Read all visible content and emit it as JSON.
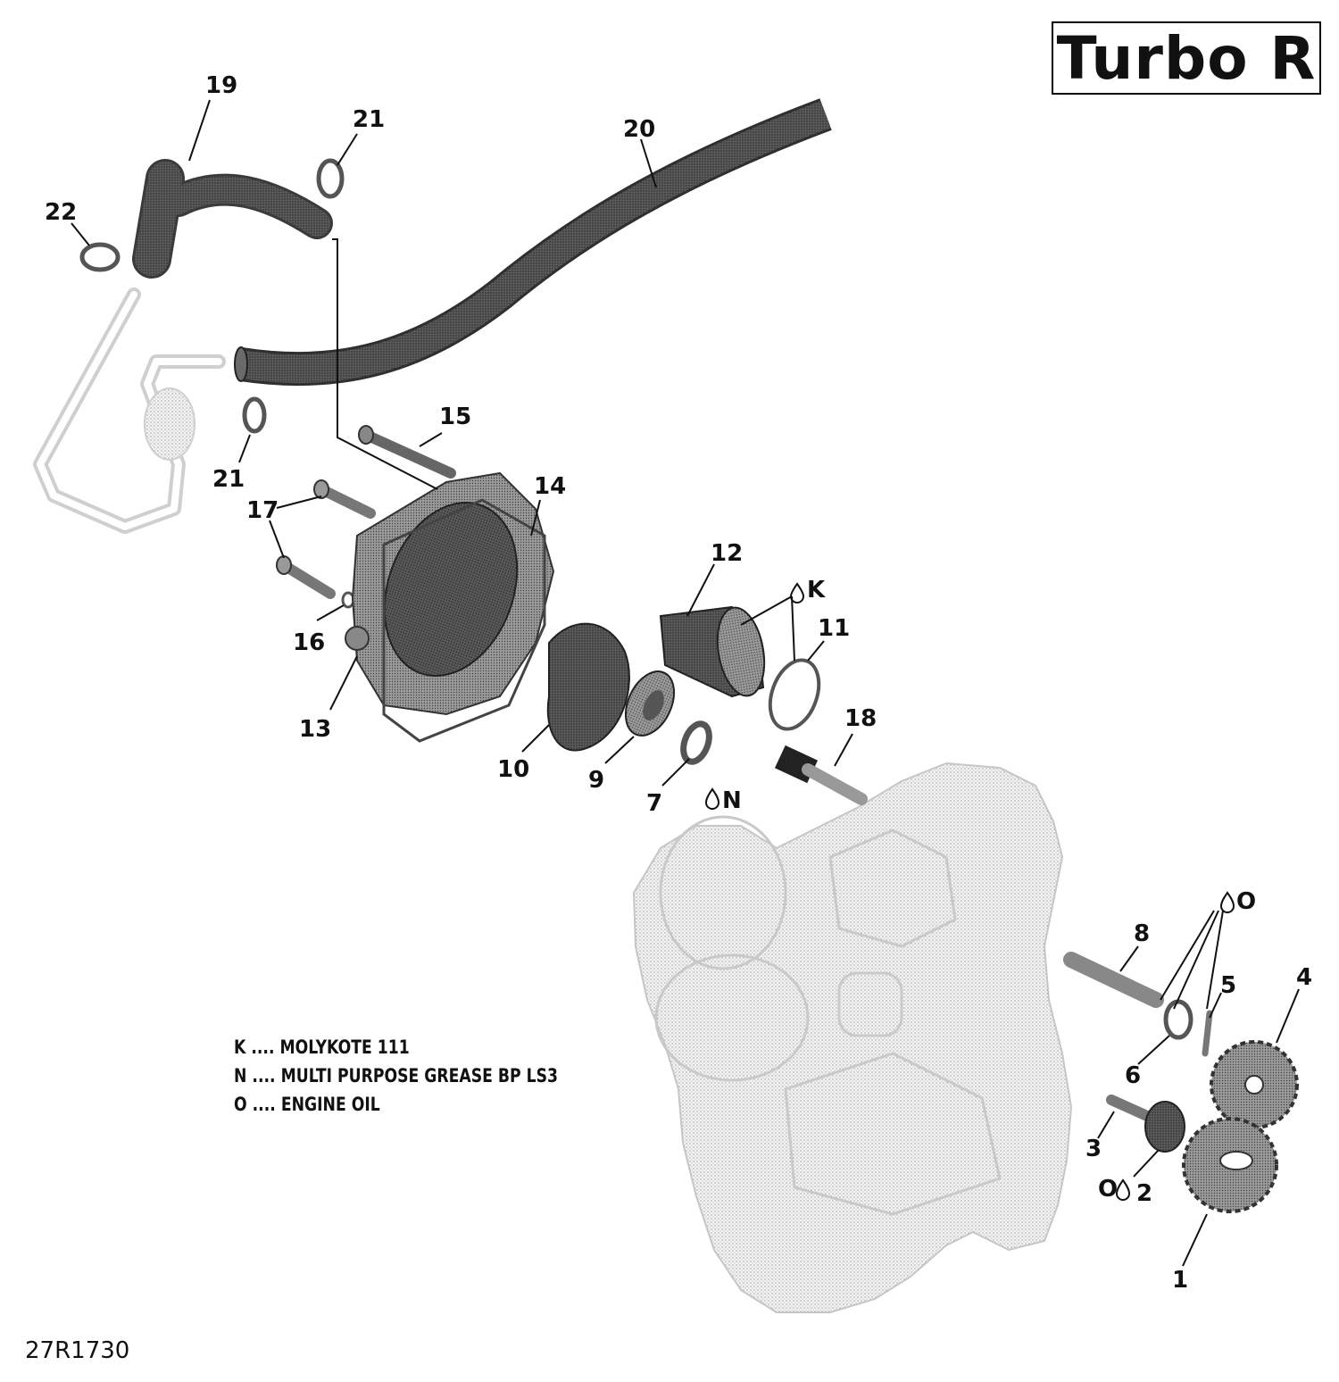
{
  "model_label": "Turbo R",
  "reference_code": "27R1730",
  "legend": [
    {
      "letter": "K",
      "dots": "....",
      "text": "MOLYKOTE 111"
    },
    {
      "letter": "N",
      "dots": "....",
      "text": "MULTI PURPOSE GREASE BP LS3"
    },
    {
      "letter": "O",
      "dots": "....",
      "text": "ENGINE OIL"
    }
  ],
  "callouts": {
    "c1": "1",
    "c2": "2",
    "c3": "3",
    "c4": "4",
    "c5": "5",
    "c6": "6",
    "c7": "7",
    "c8": "8",
    "c9": "9",
    "c10": "10",
    "c11": "11",
    "c12": "12",
    "c13": "13",
    "c14": "14",
    "c15": "15",
    "c16": "16",
    "c17": "17",
    "c18": "18",
    "c19": "19",
    "c20": "20",
    "c21a": "21",
    "c21b": "21",
    "c22": "22"
  },
  "lube_marks": {
    "k": "K",
    "n": "N",
    "o_top": "O",
    "o_bottom": "O"
  },
  "colors": {
    "engine_fill": "#e6e6e6",
    "part_dark": "#4a4a4a",
    "part_mid": "#7a7a7a",
    "part_light": "#bdbdbd",
    "line": "#111111"
  }
}
